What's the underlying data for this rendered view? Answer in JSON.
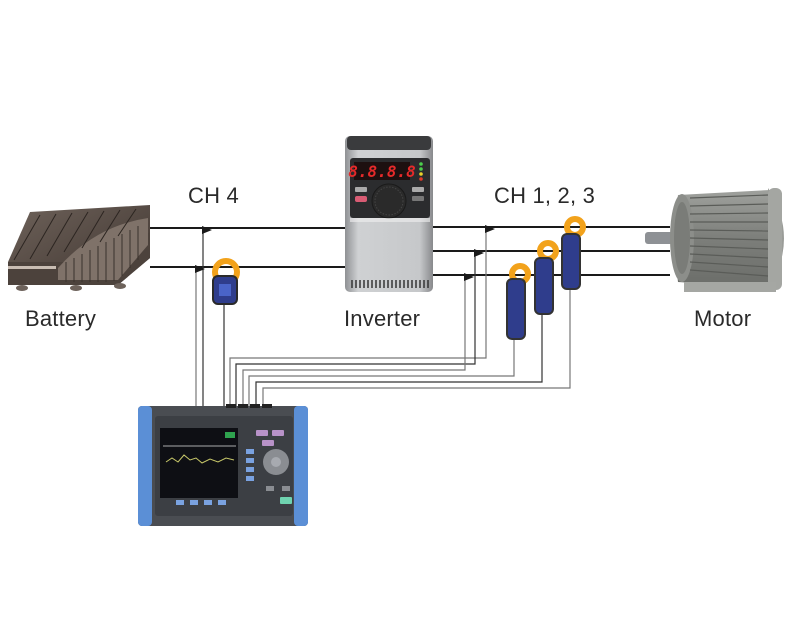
{
  "diagram": {
    "labels": {
      "battery": "Battery",
      "inverter": "Inverter",
      "motor": "Motor",
      "ch4": "CH 4",
      "ch123": "CH 1, 2, 3"
    },
    "inverter_display": "8.8.8.8",
    "colors": {
      "line": "#1a1a1a",
      "probe_wire": "#555555",
      "clamp_yellow": "#f2a21b",
      "clamp_body": "#2f3d8c",
      "analyzer_frame": "#5b8fd6",
      "analyzer_body": "#4a4d52",
      "battery": "#5c4f47",
      "motor": "#8a8c88"
    }
  }
}
